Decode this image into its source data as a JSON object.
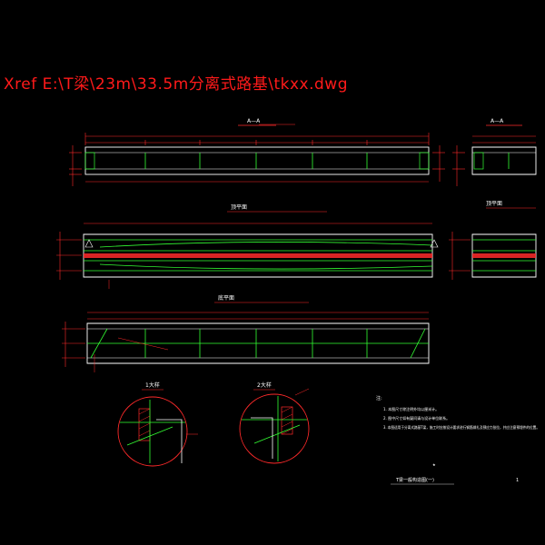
{
  "xref_title": "Xref E:\\T梁\\23m\\33.5m分离式路基\\tkxx.dwg",
  "views": {
    "section_aa": "A—A",
    "section_aa_small": "A—A",
    "plan_top": "顶平面",
    "plan_top_small": "顶平面",
    "plan_bottom": "底平面",
    "detail_1": "1大样",
    "detail_2": "2大样"
  },
  "notes": {
    "heading": "注:",
    "items": [
      "1. 本图尺寸除注明外均以厘米计。",
      "2. 图中尺寸如有疑问请与设计单位联系。",
      "3. 本图适用于分离式路基T梁，施工时应按设计要求进行钢筋绑扎及预应力张拉，并应注意预埋件的位置。"
    ]
  },
  "title_block": {
    "drawing_title": "T梁一般构造图(一)",
    "sheet_no": "1"
  },
  "colors": {
    "background": "#000000",
    "outline": "#ffffff",
    "dimension": "#ff2a2a",
    "rebar": "#33ff33",
    "annotation": "#ff00ff",
    "hatch": "#ff2a2a"
  }
}
